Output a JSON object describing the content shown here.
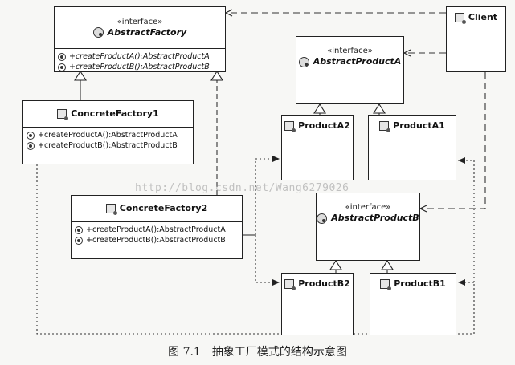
{
  "diagram": {
    "abstract_factory": {
      "stereotype": "«interface»",
      "name": "AbstractFactory",
      "operations": [
        "+createProductA():AbstractProductA",
        "+createProductB():AbstractProductB"
      ]
    },
    "concrete_factory1": {
      "name": "ConcreteFactory1",
      "operations": [
        "+createProductA():AbstractProductA",
        "+createProductB():AbstractProductB"
      ]
    },
    "concrete_factory2": {
      "name": "ConcreteFactory2",
      "operations": [
        "+createProductA():AbstractProductA",
        "+createProductB():AbstractProductB"
      ]
    },
    "client": {
      "name": "Client"
    },
    "abstract_product_a": {
      "stereotype": "«interface»",
      "name": "AbstractProductA"
    },
    "abstract_product_b": {
      "stereotype": "«interface»",
      "name": "AbstractProductB"
    },
    "product_a2": {
      "name": "ProductA2"
    },
    "product_a1": {
      "name": "ProductA1"
    },
    "product_b2": {
      "name": "ProductB2"
    },
    "product_b1": {
      "name": "ProductB1"
    },
    "watermark": "http://blog.csdn.net/Wang6279026",
    "caption": {
      "figure": "图 7.1",
      "title": "抽象工厂模式的结构示意图"
    }
  }
}
